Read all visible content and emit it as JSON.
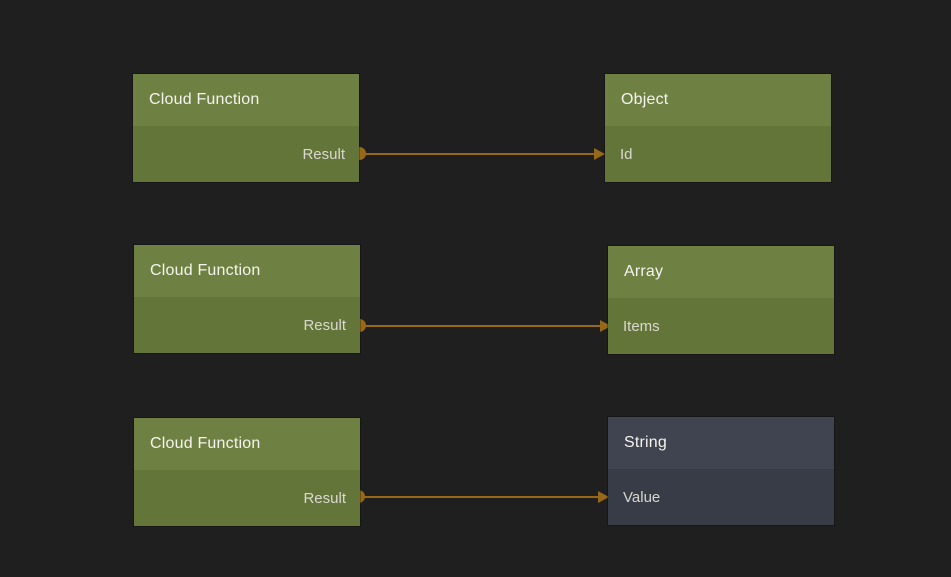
{
  "canvas": {
    "background": "#1f1f20"
  },
  "colors": {
    "canvas_bg": "#1f1f20",
    "green_header": "#6f8142",
    "green_body": "#647539",
    "slate_header": "#3f4450",
    "slate_body": "#373c47",
    "wire": "#966817",
    "header_text": "#f4f3ee",
    "port_text": "#d9d8d0"
  },
  "nodes": [
    {
      "id": "cloud-function-1",
      "title": "Cloud Function",
      "color": "green",
      "ports": [
        {
          "label": "Result",
          "direction": "output"
        }
      ]
    },
    {
      "id": "object-1",
      "title": "Object",
      "color": "green",
      "ports": [
        {
          "label": "Id",
          "direction": "input"
        }
      ]
    },
    {
      "id": "cloud-function-2",
      "title": "Cloud Function",
      "color": "green",
      "ports": [
        {
          "label": "Result",
          "direction": "output"
        }
      ]
    },
    {
      "id": "array-1",
      "title": "Array",
      "color": "green",
      "ports": [
        {
          "label": "Items",
          "direction": "input"
        }
      ]
    },
    {
      "id": "cloud-function-3",
      "title": "Cloud Function",
      "color": "green",
      "ports": [
        {
          "label": "Result",
          "direction": "output"
        }
      ]
    },
    {
      "id": "string-1",
      "title": "String",
      "color": "slate",
      "ports": [
        {
          "label": "Value",
          "direction": "input"
        }
      ]
    }
  ],
  "connections": [
    {
      "from": "cloud-function-1.Result",
      "to": "object-1.Id"
    },
    {
      "from": "cloud-function-2.Result",
      "to": "array-1.Items"
    },
    {
      "from": "cloud-function-3.Result",
      "to": "string-1.Value"
    }
  ]
}
